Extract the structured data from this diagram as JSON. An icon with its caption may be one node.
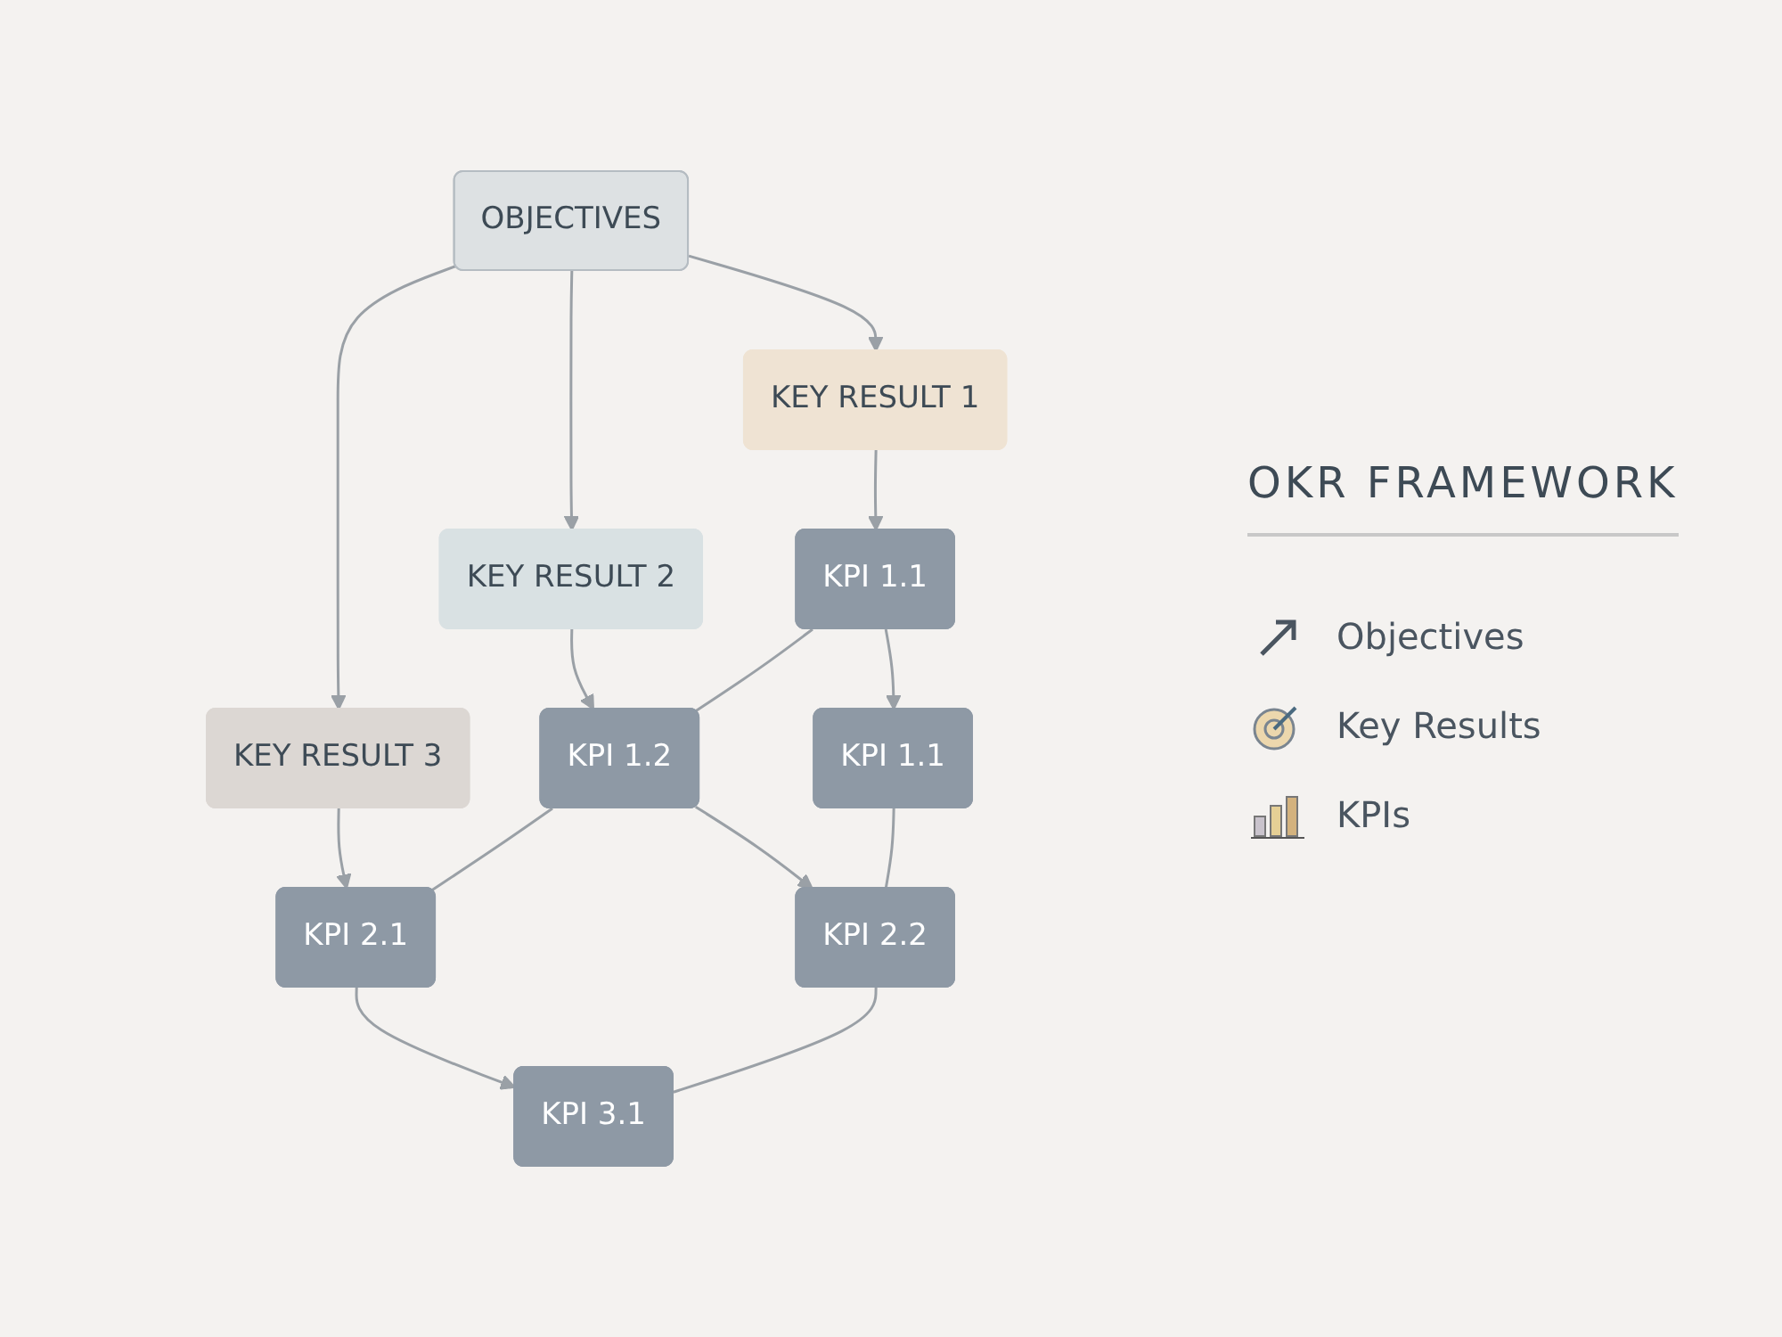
{
  "diagram": {
    "title": "OKR FRAMEWORK",
    "nodes": [
      {
        "text": [
          "OBJECTIVES"
        ]
      },
      {
        "text": [
          "KEY RESULT 1"
        ]
      },
      {
        "text": [
          "KEY RESULT 2"
        ]
      },
      {
        "text": [
          "KEY RESULT 3"
        ]
      },
      {
        "text": [
          "KPI 1.1"
        ]
      },
      {
        "text": [
          "KPI 1.2"
        ]
      },
      {
        "text": [
          "KPI 2.1"
        ]
      },
      {
        "text": [
          "KPI 1.1"
        ]
      },
      {
        "text": [
          "KPI 2.2"
        ]
      },
      {
        "text": [
          "KPI 3.1"
        ]
      }
    ],
    "edges": [
      {
        "from": 0,
        "to": 1,
        "arrow": "to"
      },
      {
        "from": 0,
        "to": 2,
        "arrow": "to"
      },
      {
        "from": 0,
        "to": 3,
        "arrow": "to"
      },
      {
        "from": 1,
        "to": 4,
        "arrow": "to"
      },
      {
        "from": 2,
        "to": 5,
        "arrow": "to"
      },
      {
        "from": 3,
        "to": 6,
        "arrow": "to"
      },
      {
        "from": 4,
        "to": 5,
        "arrow": "none"
      },
      {
        "from": 5,
        "to": 6,
        "arrow": "none"
      },
      {
        "from": 4,
        "to": 7,
        "arrow": "to"
      },
      {
        "from": 5,
        "to": 8,
        "arrow": "to"
      },
      {
        "from": 6,
        "to": 9,
        "arrow": "to"
      },
      {
        "from": 7,
        "to": 8,
        "arrow": "none"
      },
      {
        "from": 8,
        "to": 9,
        "arrow": "none"
      }
    ],
    "legend": [
      {
        "text": "Objectives"
      },
      {
        "text": "Key Results"
      },
      {
        "text": "KPIs"
      }
    ]
  }
}
